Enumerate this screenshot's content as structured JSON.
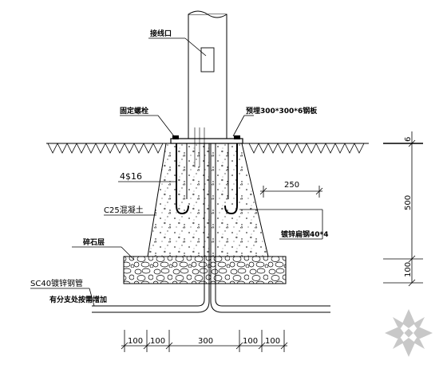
{
  "labels": {
    "access_port": "接线口",
    "anchor_bolt": "固定螺栓",
    "embedded_plate": "预埋300*300*6钢板",
    "rebar": "4$16",
    "concrete": "C25混凝土",
    "flat_steel": "镀锌扁钢40*4",
    "gravel_layer": "碎石层",
    "conduit": "SC40镀锌钢管",
    "conduit_note": "有分支处按需增加"
  },
  "dimensions": {
    "plate_thickness": "6",
    "depth_total": "500",
    "gravel_thickness": "100",
    "rebar_spacing": "250",
    "bottom": [
      "100",
      "100",
      "300",
      "100",
      "100"
    ]
  },
  "colors": {
    "line": "#000000",
    "watermark": "#c8c8c8"
  },
  "icons": {
    "watermark": "diamond-flower-watermark-icon"
  }
}
